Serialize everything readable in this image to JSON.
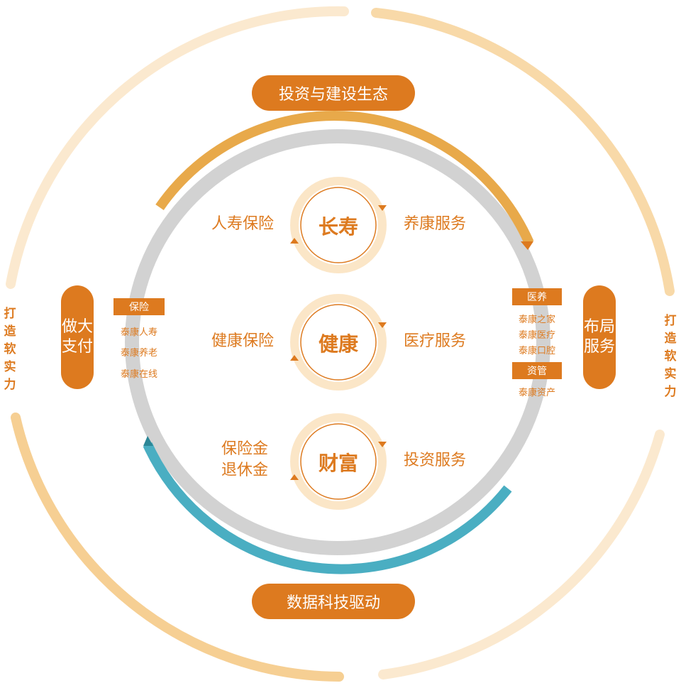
{
  "colors": {
    "orange": "#dd7a1f",
    "gold": "#e8a94a",
    "teal": "#4aaec2",
    "grey": "#cfcfcf",
    "pale": "#fbe6c7"
  },
  "top_pill": "投资与建设生态",
  "bottom_pill": "数据科技驱动",
  "left_pill": "做大\n支付",
  "right_pill": "布局\n服务",
  "outer_left": "打\n造\n软\n实\n力",
  "outer_right": "打\n造\n软\n实\n力",
  "left_panel": {
    "tag": "保险",
    "items": [
      "泰康人寿",
      "泰康养老",
      "泰康在线"
    ]
  },
  "right_panel": {
    "tag1": "医养",
    "items1": [
      "泰康之家",
      "泰康医疗",
      "泰康口腔"
    ],
    "tag2": "资管",
    "items2": [
      "泰康资产"
    ]
  },
  "rows": [
    {
      "center": "长寿",
      "left": "人寿保险",
      "right": "养康服务"
    },
    {
      "center": "健康",
      "left": "健康保险",
      "right": "医疗服务"
    },
    {
      "center": "财富",
      "left": "保险金\n退休金",
      "right": "投资服务"
    }
  ]
}
